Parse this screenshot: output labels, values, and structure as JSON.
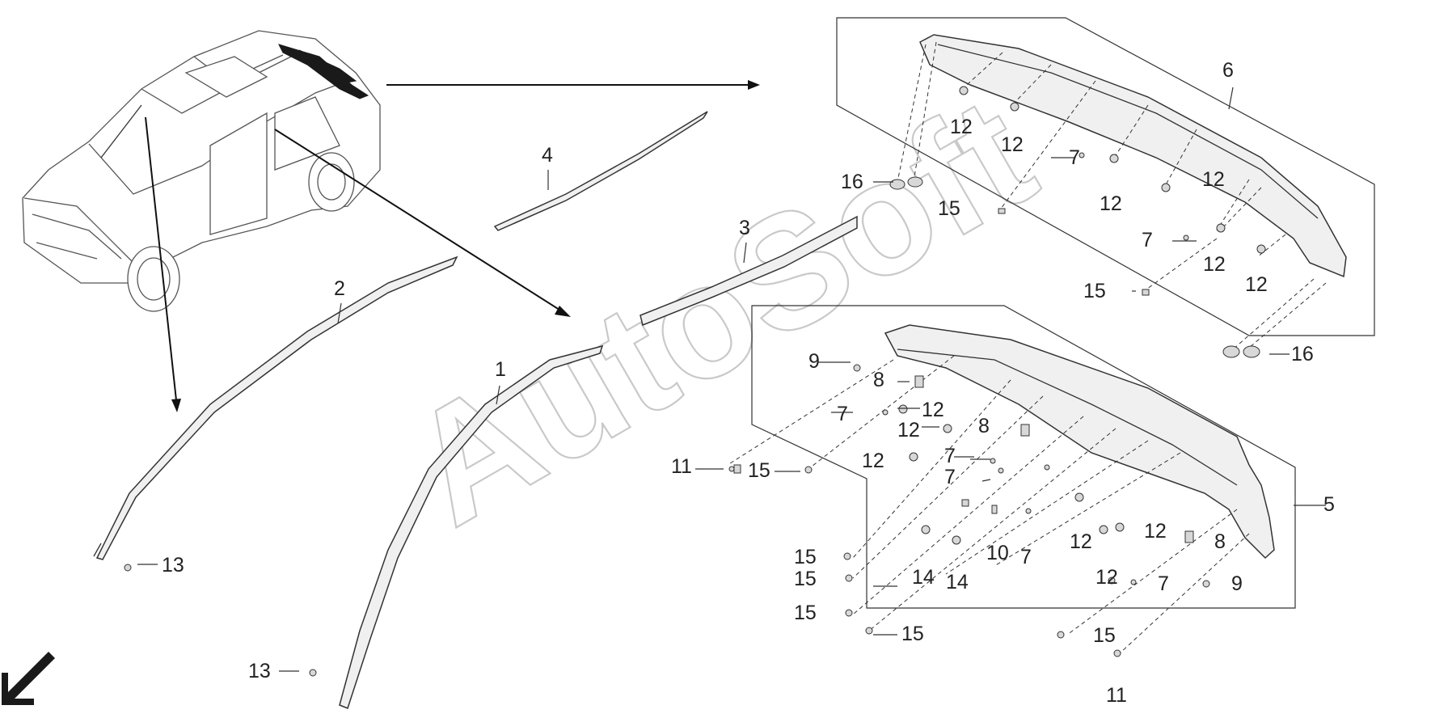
{
  "watermark": "AutoSoft",
  "part_labels": [
    {
      "id": "1",
      "text": "1"
    },
    {
      "id": "2",
      "text": "2"
    },
    {
      "id": "3",
      "text": "3"
    },
    {
      "id": "4",
      "text": "4"
    },
    {
      "id": "5",
      "text": "5"
    },
    {
      "id": "6",
      "text": "6"
    },
    {
      "id": "7",
      "text": "7"
    },
    {
      "id": "8",
      "text": "8"
    },
    {
      "id": "9",
      "text": "9"
    },
    {
      "id": "10",
      "text": "10"
    },
    {
      "id": "11",
      "text": "11"
    },
    {
      "id": "12",
      "text": "12"
    },
    {
      "id": "13",
      "text": "13"
    },
    {
      "id": "14",
      "text": "14"
    },
    {
      "id": "15",
      "text": "15"
    },
    {
      "id": "16",
      "text": "16"
    }
  ],
  "colors": {
    "line": "#333333",
    "watermark": "#c9c9c9",
    "part_fill": "#f0f0f0",
    "highlight": "#1a1a1a"
  },
  "icons": {
    "vehicle": "suv-outline-icon",
    "direction": "front-direction-arrow-icon"
  }
}
